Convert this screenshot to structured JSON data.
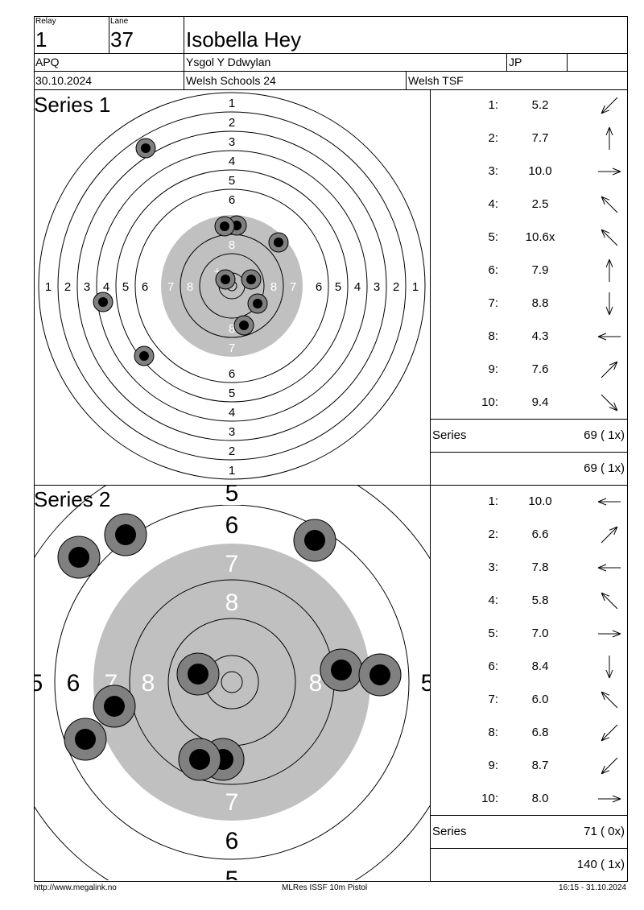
{
  "header": {
    "relay_label": "Relay",
    "relay": "1",
    "lane_label": "Lane",
    "lane": "37",
    "name": "Isobella Hey",
    "class": "APQ",
    "club": "Ysgol Y Ddwylan",
    "category": "JP",
    "extra": "",
    "date": "30.10.2024",
    "event": "Welsh Schools 24",
    "organizer": "Welsh TSF"
  },
  "series1": {
    "title": "Series 1",
    "shots": [
      {
        "num": "1:",
        "value": "5.2",
        "arrow": "down-left"
      },
      {
        "num": "2:",
        "value": "7.7",
        "arrow": "up"
      },
      {
        "num": "3:",
        "value": "10.0",
        "arrow": "right"
      },
      {
        "num": "4:",
        "value": "2.5",
        "arrow": "up-left"
      },
      {
        "num": "5:",
        "value": "10.6x",
        "arrow": "up-left"
      },
      {
        "num": "6:",
        "value": "7.9",
        "arrow": "up"
      },
      {
        "num": "7:",
        "value": "8.8",
        "arrow": "down"
      },
      {
        "num": "8:",
        "value": "4.3",
        "arrow": "left"
      },
      {
        "num": "9:",
        "value": "7.6",
        "arrow": "up-right"
      },
      {
        "num": "10:",
        "value": "9.4",
        "arrow": "down-right"
      }
    ],
    "series_label": "Series",
    "series_total": "69 ( 1x)",
    "running_total": "69 ( 1x)"
  },
  "series2": {
    "title": "Series 2",
    "shots": [
      {
        "num": "1:",
        "value": "10.0",
        "arrow": "left"
      },
      {
        "num": "2:",
        "value": "6.6",
        "arrow": "up-right"
      },
      {
        "num": "3:",
        "value": "7.8",
        "arrow": "left"
      },
      {
        "num": "4:",
        "value": "5.8",
        "arrow": "up-left"
      },
      {
        "num": "5:",
        "value": "7.0",
        "arrow": "right"
      },
      {
        "num": "6:",
        "value": "8.4",
        "arrow": "down"
      },
      {
        "num": "7:",
        "value": "6.0",
        "arrow": "up-left"
      },
      {
        "num": "8:",
        "value": "6.8",
        "arrow": "down-left"
      },
      {
        "num": "9:",
        "value": "8.7",
        "arrow": "down-left"
      },
      {
        "num": "10:",
        "value": "8.0",
        "arrow": "right"
      }
    ],
    "series_label": "Series",
    "series_total": "71 ( 0x)",
    "running_total": "140 ( 1x)"
  },
  "target_labels": {
    "ring_numbers": [
      "1",
      "2",
      "3",
      "4",
      "5",
      "6",
      "7",
      "8"
    ],
    "zoom_ring_numbers": [
      "5",
      "6",
      "7",
      "8"
    ]
  },
  "footer": {
    "url": "http://www.megalink.no",
    "product": "MLRes ISSF 10m Pistol",
    "timestamp": "16:15 - 31.10.2024"
  },
  "colors": {
    "black_zone": "#c0c0c0",
    "shot_outer": "#808080",
    "shot_inner": "#000000"
  }
}
